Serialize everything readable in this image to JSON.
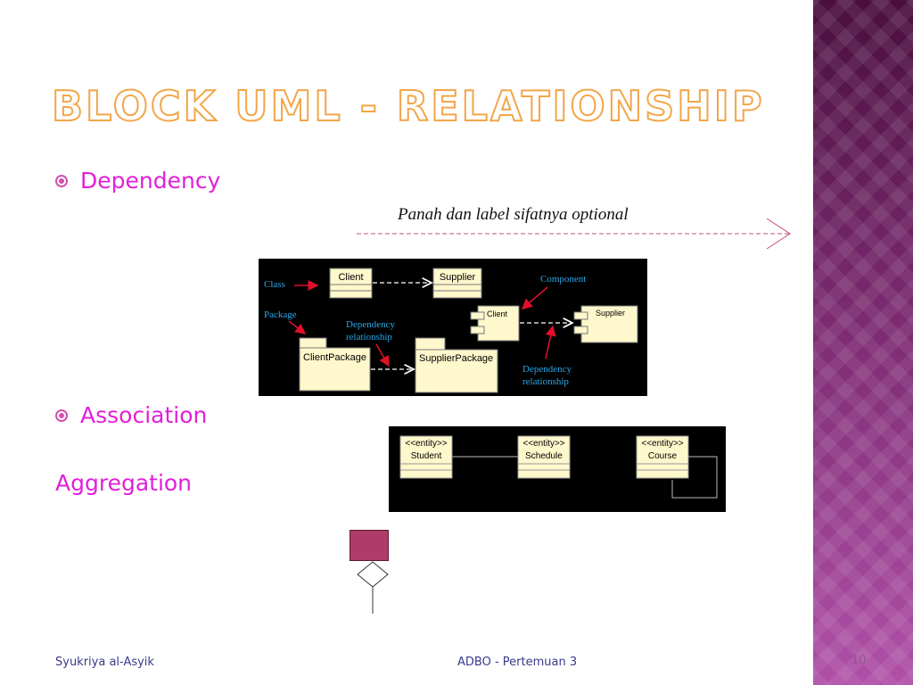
{
  "slide": {
    "title": "Block UML - Relationship",
    "bullets": [
      {
        "label": "Dependency"
      },
      {
        "label": "Association"
      }
    ],
    "aggregation_label": "Aggregation",
    "arrow_note": "Panah dan label sifatnya optional",
    "footer_left": "Syukriya  al-Asyik",
    "footer_center": "ADBO - Pertemuan 3",
    "page_number": "10"
  },
  "dependency_diagram": {
    "class_label": "Class",
    "package_label": "Package",
    "component_label": "Component",
    "dep_rel_left_1": "Dependency",
    "dep_rel_left_2": "relationship",
    "dep_rel_right_1": "Dependency",
    "dep_rel_right_2": "relationship",
    "client_class": "Client",
    "supplier_class": "Supplier",
    "client_component": "Client",
    "supplier_component": "Supplier",
    "client_package": "ClientPackage",
    "supplier_package": "SupplierPackage"
  },
  "association_diagram": {
    "stereotype_1": "<<entity>>",
    "name_1": "Student",
    "stereotype_2": "<<entity>>",
    "name_2": "Schedule",
    "stereotype_3": "<<entity>>",
    "name_3": "Course"
  },
  "colors": {
    "accent_magenta": "#e020d8",
    "title_orange": "#f2a64a",
    "annotation_cyan": "#2aa8e8",
    "annotation_red": "#e0102a",
    "box_fill": "#fff8cc",
    "aggregation_square": "#b13b68"
  }
}
